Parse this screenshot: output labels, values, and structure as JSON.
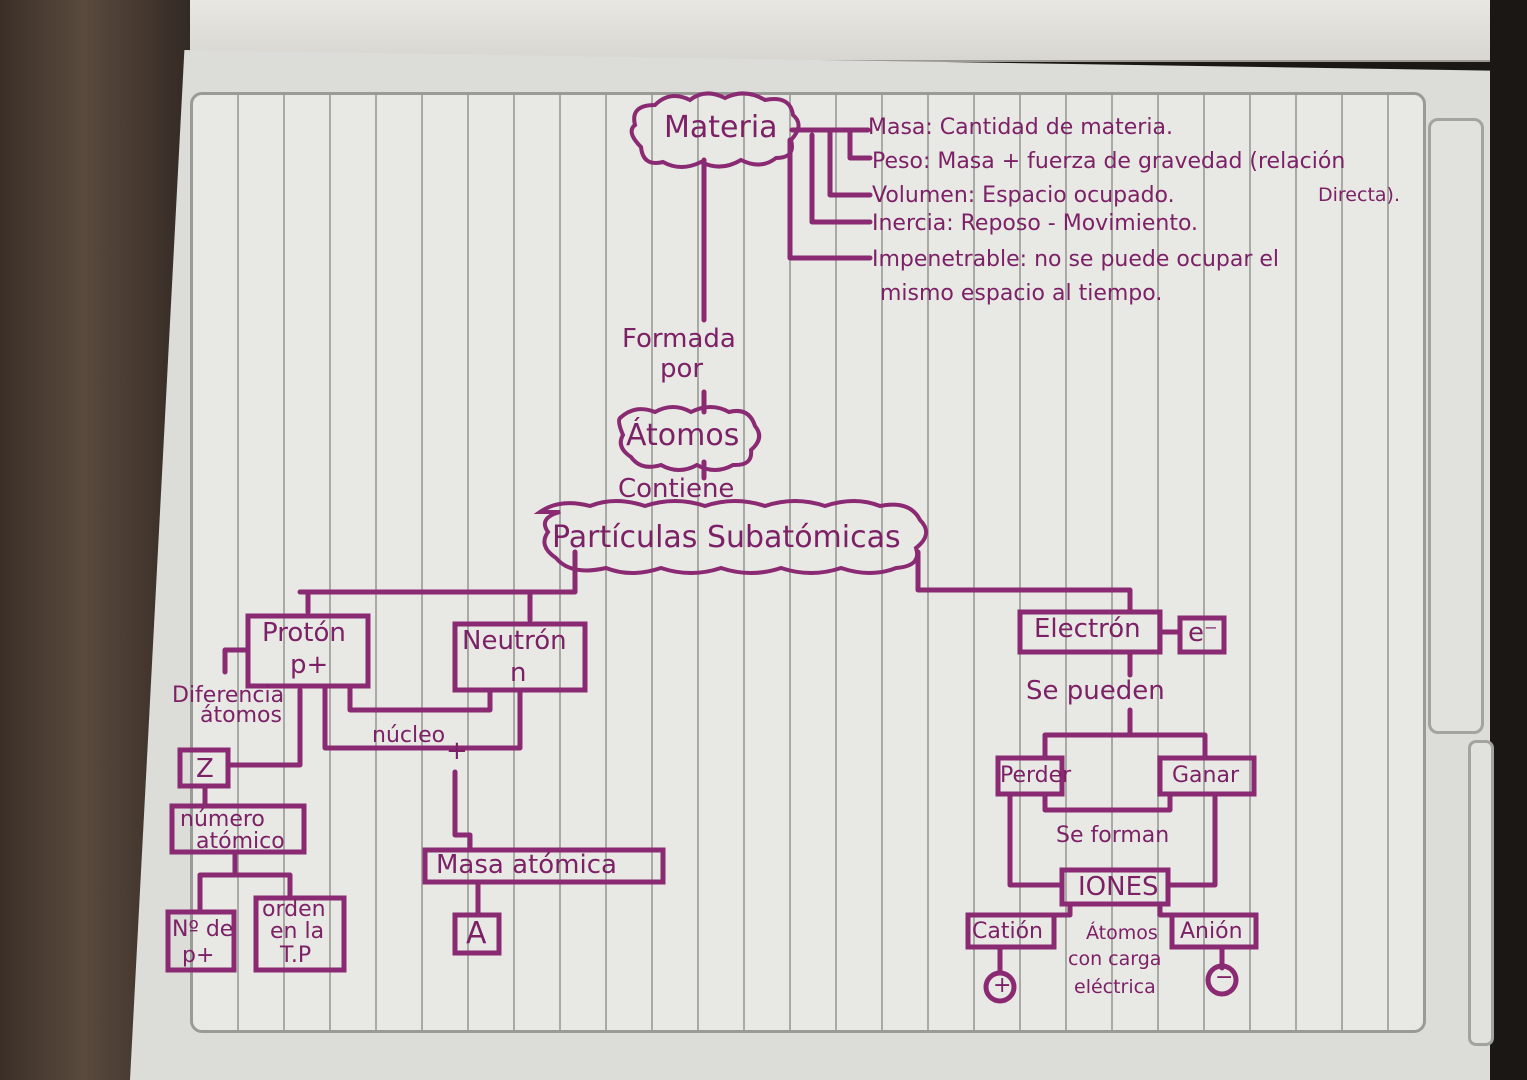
{
  "root": {
    "label": "Materia"
  },
  "properties": [
    {
      "text": "Masa: Cantidad de materia."
    },
    {
      "text": "Peso: Masa + fuerza de gravedad (relación"
    },
    {
      "text": "Directa)."
    },
    {
      "text": "Volumen: Espacio ocupado."
    },
    {
      "text": "Inercia: Reposo - Movimiento."
    },
    {
      "text": "Impenetrable: no se puede ocupar el"
    },
    {
      "text": "mismo espacio al tiempo."
    }
  ],
  "links": {
    "formada_por_1": "Formada",
    "formada_por_2": "por",
    "contiene": "Contiene",
    "nucleo": "núcleo",
    "se_pueden": "Se pueden",
    "se_forman": "Se forman",
    "diferencia_1": "Diferencia",
    "diferencia_2": "átomos",
    "plus": "+"
  },
  "nodes": {
    "atomos": "Átomos",
    "particulas": "Partículas Subatómicas",
    "proton_1": "Protón",
    "proton_2": "p+",
    "neutron_1": "Neutrón",
    "neutron_2": "n",
    "electron": "Electrón",
    "e_symbol": "e⁻",
    "z": "Z",
    "numero_1": "número",
    "numero_2": "atómico",
    "n_de_1": "Nº de",
    "n_de_2": "p+",
    "orden_1": "orden",
    "orden_2": "en la",
    "orden_3": "T.P",
    "masa_atomica": "Masa atómica",
    "a": "A",
    "perder": "Perder",
    "ganar": "Ganar",
    "iones": "IONES",
    "cation": "Catión",
    "anion": "Anión",
    "atomos_carga_1": "Átomos",
    "atomos_carga_2": "con carga",
    "atomos_carga_3": "eléctrica",
    "plus_sign": "+",
    "minus_sign": "−"
  }
}
